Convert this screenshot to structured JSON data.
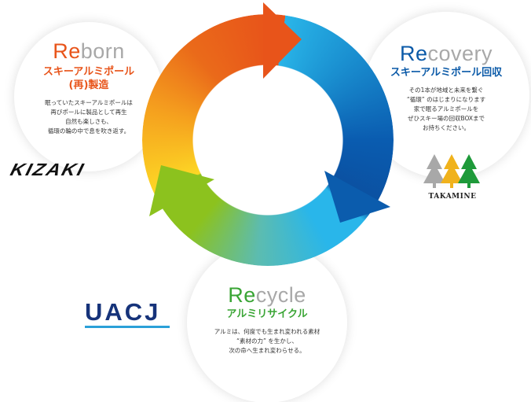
{
  "reborn": {
    "title_re": "Re",
    "title_rest": "born",
    "subtitle_1": "スキーアルミポール",
    "subtitle_2": "(再)製造",
    "body": [
      "眠っていたスキーアルミポールは",
      "再びポールに製品として再生",
      "自然も楽しさも、",
      "循環の輪の中で息を吹き返す。"
    ],
    "color": "#e8541a",
    "logo": "KIZAKI"
  },
  "recovery": {
    "title_re": "Re",
    "title_rest": "covery",
    "subtitle_1": "スキーアルミポール回収",
    "body": [
      "その1本が地域と未来を繋ぐ",
      "“循環” のはじまりになります",
      "家で眠るアルミポールを",
      "ぜひスキー場の回収BOXまで",
      "お持ちください。"
    ],
    "color": "#0b5aa8",
    "logo": "TAKAMINE"
  },
  "recycle": {
    "title_re": "Re",
    "title_rest": "cycle",
    "subtitle_1": "アルミリサイクル",
    "body": [
      "アルミは、何度でも生まれ変われる素材",
      "“素材の力” を生かし、",
      "次の命へ生まれ変わらせる。"
    ],
    "color": "#3aa535",
    "logo": "UACJ"
  }
}
